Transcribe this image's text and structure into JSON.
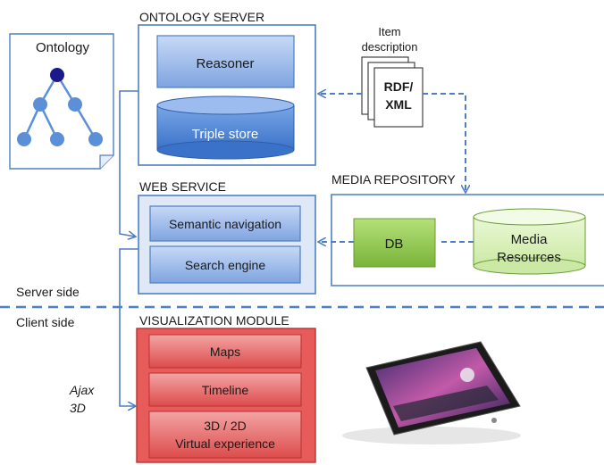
{
  "ontology": {
    "title": "Ontology"
  },
  "ontology_server": {
    "title": "ONTOLOGY SERVER",
    "reasoner": "Reasoner",
    "triple_store": "Triple store"
  },
  "item": {
    "label_line1": "Item",
    "label_line2": "description",
    "doc_line1": "RDF/",
    "doc_line2": "XML"
  },
  "media_repository": {
    "title": "MEDIA REPOSITORY",
    "db": "DB",
    "resources_line1": "Media",
    "resources_line2": "Resources"
  },
  "web_service": {
    "title": "WEB SERVICE",
    "semantic_navigation": "Semantic navigation",
    "search_engine": "Search engine"
  },
  "divider": {
    "server_side": "Server side",
    "client_side": "Client side"
  },
  "visualization": {
    "title": "VISUALIZATION MODULE",
    "maps": "Maps",
    "timeline": "Timeline",
    "experience_line1": "3D / 2D",
    "experience_line2": "Virtual experience"
  },
  "client_tech": {
    "line1": "Ajax",
    "line2": "3D"
  },
  "colors": {
    "blue_box": "#8fb0e6",
    "cylinder": "#4f86d4",
    "db_green": "#8bc34a",
    "media_green": "#d9f2b8",
    "vis_red": "#e05858",
    "line": "#4e7fc4"
  }
}
